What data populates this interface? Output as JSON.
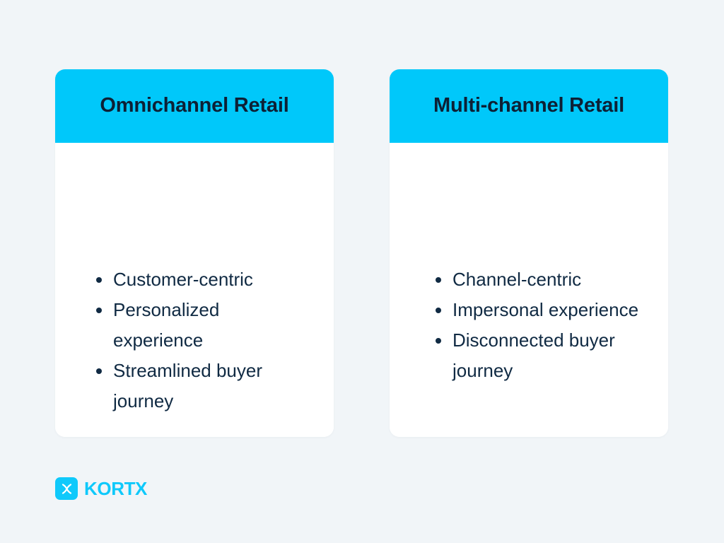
{
  "page": {
    "background_color": "#f1f5f8",
    "accent_color": "#00c8fa",
    "text_color": "#102a43"
  },
  "cards": [
    {
      "title": "Omnichannel Retail",
      "bullets": [
        "Customer-centric",
        "Personalized experience",
        "Streamlined buyer journey"
      ]
    },
    {
      "title": "Multi-channel Retail",
      "bullets": [
        "Channel-centric",
        "Impersonal experience",
        "Disconnected buyer journey"
      ]
    }
  ],
  "brand": {
    "mark_icon": "kortx-x-icon",
    "wordmark": "KORTX",
    "color": "#0fc9fb"
  }
}
